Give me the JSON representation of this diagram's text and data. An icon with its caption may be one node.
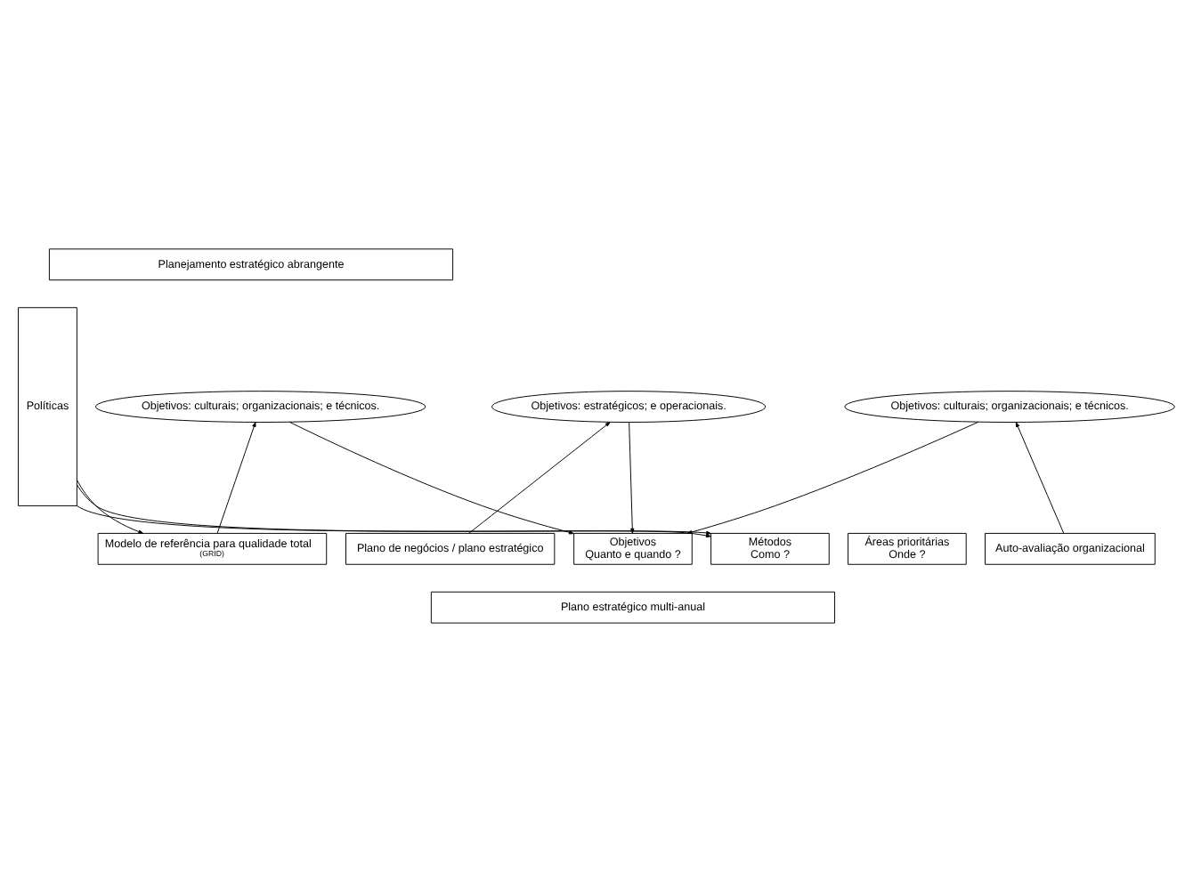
{
  "diagram": {
    "nodes": [
      {
        "text": [
          "Planejamento estratégico abrangente"
        ]
      },
      {
        "text": [
          "Políticas"
        ]
      },
      {
        "text": [
          "Modelo de referência para qualidade total",
          "(GRID)"
        ]
      },
      {
        "text": [
          "Plano de negócios / plano estratégico"
        ]
      },
      {
        "text": [
          "Auto-avaliação organizacional"
        ]
      },
      {
        "text": [
          "Objetivos: culturais; organizacionais; e técnicos."
        ]
      },
      {
        "text": [
          "Objetivos: estratégicos; e operacionais."
        ]
      },
      {
        "text": [
          "Objetivos: culturais; organizacionais; e técnicos."
        ]
      },
      {
        "text": [
          "Métodos",
          "Como ?"
        ]
      },
      {
        "text": [
          "Objetivos",
          "Quanto e quando ?"
        ]
      },
      {
        "text": [
          "Áreas prioritárias",
          "Onde ?"
        ]
      },
      {
        "text": [
          "Plano estratégico multi-anual"
        ]
      }
    ],
    "edges": [
      {
        "from": 1,
        "to": 2,
        "arrow": "to"
      },
      {
        "from": 1,
        "to": 8,
        "arrow": "to"
      },
      {
        "from": 1,
        "to": 8,
        "arrow": "to"
      },
      {
        "from": 2,
        "to": 5,
        "arrow": "to"
      },
      {
        "from": 3,
        "to": 6,
        "arrow": "to"
      },
      {
        "from": 4,
        "to": 7,
        "arrow": "to"
      },
      {
        "from": 5,
        "to": 9,
        "arrow": "to"
      },
      {
        "from": 6,
        "to": 9,
        "arrow": "to"
      },
      {
        "from": 7,
        "to": 9,
        "arrow": "to"
      }
    ]
  }
}
